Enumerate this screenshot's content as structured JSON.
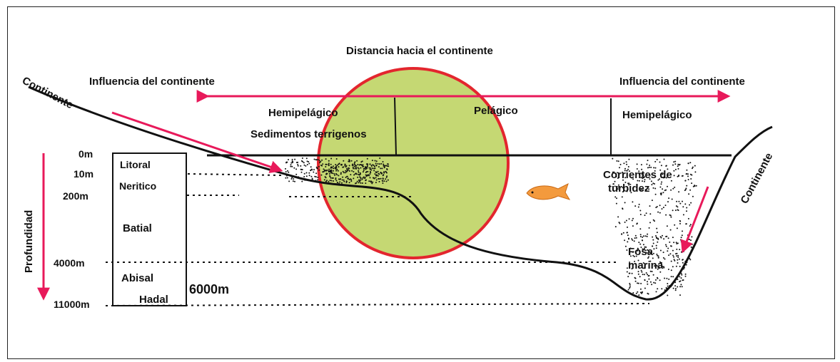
{
  "title": "Distancia hacia el continente",
  "influence_left": "Influencia del continente",
  "influence_right": "Influencia del continente",
  "continent_left": "Continente",
  "continent_right": "Continente",
  "zones": {
    "hemipelagic_left": "Hemipelágico",
    "terrigenous": "Sedimentos terrigenos",
    "pelagic": "Pelágico",
    "hemipelagic_right": "Hemipelágico"
  },
  "depth_axis_label": "Profundidad",
  "depth_levels": [
    "0m",
    "10m",
    "200m",
    "4000m",
    "11000m"
  ],
  "depth_zones": {
    "litoral": "Litoral",
    "neritico": "Neritico",
    "batial": "Batial",
    "abisal": "Abisal",
    "hadal": "Hadal"
  },
  "depth_6000": "6000m",
  "turbidity_label_1": "Corrientes de",
  "turbidity_label_2": "turbidez",
  "trench_label_1": "Fosa",
  "trench_label_2": "marina",
  "colors": {
    "arrow": "#e8195a",
    "circle_fill": "#c5d873",
    "circle_stroke": "#e3262e",
    "fish": "#f39a3d",
    "line": "#111111"
  },
  "icons": [
    "fish-icon"
  ]
}
